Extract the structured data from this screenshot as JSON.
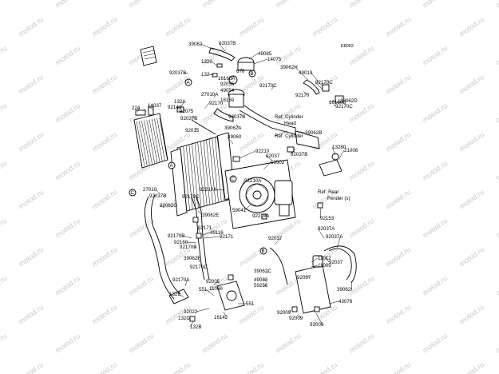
{
  "diagram_code": "E8002",
  "watermark": "motod.ru",
  "ref_labels": {
    "cylinder_head": [
      "Ref. Cylinder",
      "Head"
    ],
    "rear_fender": [
      "Ref. Rear",
      "Fender (s)"
    ]
  },
  "callouts": {
    "a": "A",
    "b": "B",
    "c": "C",
    "a2": "A",
    "b2": "B",
    "c2": "C"
  },
  "parts": [
    "39062",
    "92037B",
    "1320",
    "670",
    "92037B",
    "132",
    "16160A",
    "92055",
    "49054",
    "27010A",
    "92170",
    "92037B",
    "16160",
    "92170C",
    "49085",
    "14075",
    "39062H",
    "49019",
    "92170C",
    "92170",
    "39062D",
    "16160B",
    "92170C",
    "224",
    "14037",
    "132A",
    "92143",
    "92075",
    "92015",
    "92037B",
    "39062A",
    "39060",
    "92210",
    "Ref. Cylinder",
    "39062B",
    "13280",
    "21006",
    "92037B",
    "92037",
    "59502",
    "27010",
    "92037B",
    "39062G",
    "92210A",
    "92170C",
    "92210A",
    "59041",
    "92210A",
    "39062E",
    "92153",
    "92171",
    "49116",
    "92170B",
    "92171",
    "92160",
    "92170B",
    "92037",
    "92037A",
    "39062F",
    "92037A",
    "11012",
    "92037",
    "11009",
    "92170C",
    "39062C",
    "49083",
    "92037",
    "59256",
    "92005",
    "11060",
    "92170A",
    "551",
    "132E",
    "551",
    "92022",
    "132C",
    "132B",
    "16142",
    "43078",
    "92009",
    "92009",
    "92009",
    "39062I"
  ]
}
